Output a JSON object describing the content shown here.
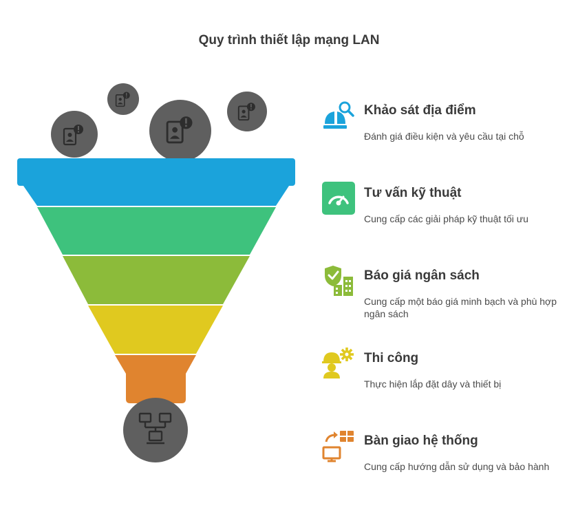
{
  "title": "Quy trình thiết lập mạng LAN",
  "colors": {
    "circle": "#5f5f5f",
    "stage1": "#1ba3db",
    "stage2": "#3ec27d",
    "stage3": "#8cbb3a",
    "stage4": "#e0c91f",
    "stage5": "#e0842f"
  },
  "steps": [
    {
      "title": "Khảo sát địa điểm",
      "desc": "Đánh giá điều kiện và yêu cầu tại chỗ",
      "icon": "site-survey-icon",
      "color": "#1ba3db"
    },
    {
      "title": "Tư vấn kỹ thuật",
      "desc": "Cung cấp các giải pháp kỹ thuật tối ưu",
      "icon": "gauge-icon",
      "color": "#3ec27d"
    },
    {
      "title": "Báo giá ngân sách",
      "desc": "Cung cấp một báo giá minh bạch và phù hợp ngân sách",
      "icon": "shield-building-icon",
      "color": "#8cbb3a"
    },
    {
      "title": "Thi công",
      "desc": "Thực hiện lắp đặt dây và thiết bị",
      "icon": "worker-gear-icon",
      "color": "#e0c91f"
    },
    {
      "title": "Bàn giao hệ thống",
      "desc": "Cung cấp hướng dẫn sử dụng và bảo hành",
      "icon": "monitor-handover-icon",
      "color": "#e0842f"
    }
  ]
}
